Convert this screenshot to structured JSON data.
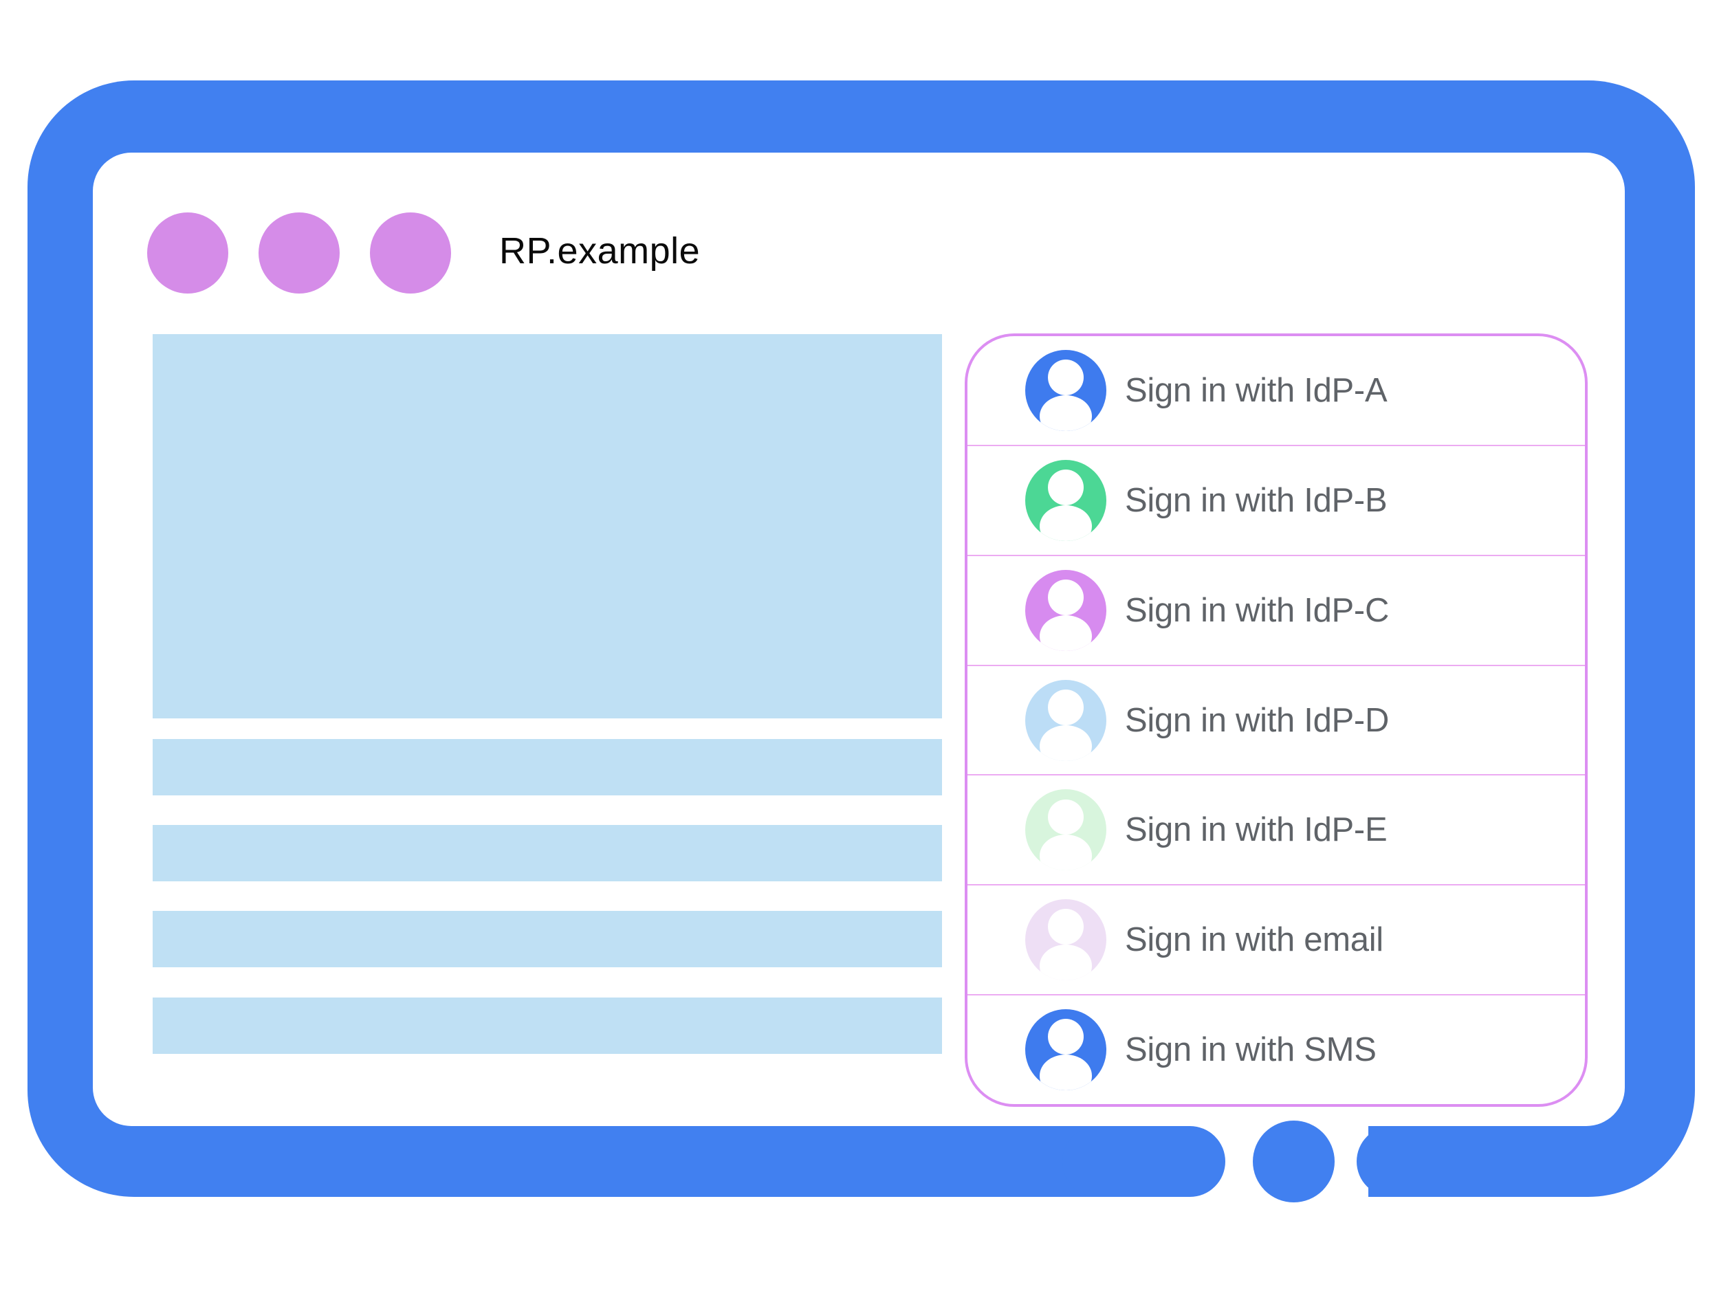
{
  "browser": {
    "title": "RP.example",
    "window_dots": [
      {
        "icon": "window-dot-icon"
      },
      {
        "icon": "window-dot-icon"
      },
      {
        "icon": "window-dot-icon"
      }
    ]
  },
  "content_placeholders": {
    "hero_blocks": 1,
    "text_bars": 4
  },
  "signin_panel": {
    "items": [
      {
        "id": "idp-a",
        "label": "Sign in with IdP-A",
        "avatar_icon": "person-icon",
        "avatar_color": "#3E7BEE"
      },
      {
        "id": "idp-b",
        "label": "Sign in with IdP-B",
        "avatar_icon": "person-icon",
        "avatar_color": "#4CD795"
      },
      {
        "id": "idp-c",
        "label": "Sign in with IdP-C",
        "avatar_icon": "person-icon",
        "avatar_color": "#D78BEF"
      },
      {
        "id": "idp-d",
        "label": "Sign in with IdP-D",
        "avatar_icon": "person-icon",
        "avatar_color": "#BCDDF6"
      },
      {
        "id": "idp-e",
        "label": "Sign in with IdP-E",
        "avatar_icon": "person-icon",
        "avatar_color": "#D8F5DD"
      },
      {
        "id": "email",
        "label": "Sign in with email",
        "avatar_icon": "person-icon",
        "avatar_color": "#EEDFF5"
      },
      {
        "id": "sms",
        "label": "Sign in with SMS",
        "avatar_icon": "person-icon",
        "avatar_color": "#3E7BEE"
      }
    ]
  },
  "colors": {
    "page_bg": "#FFFFFF",
    "frame_blue": "#4180F0",
    "placeholder_blue": "#BFE0F4",
    "dot_purple": "#D58CE8",
    "panel_border": "#DC8EF2",
    "divider_pink": "#ECABF2",
    "label_gray": "#5F6368",
    "title_color": "#0B0B0B"
  }
}
